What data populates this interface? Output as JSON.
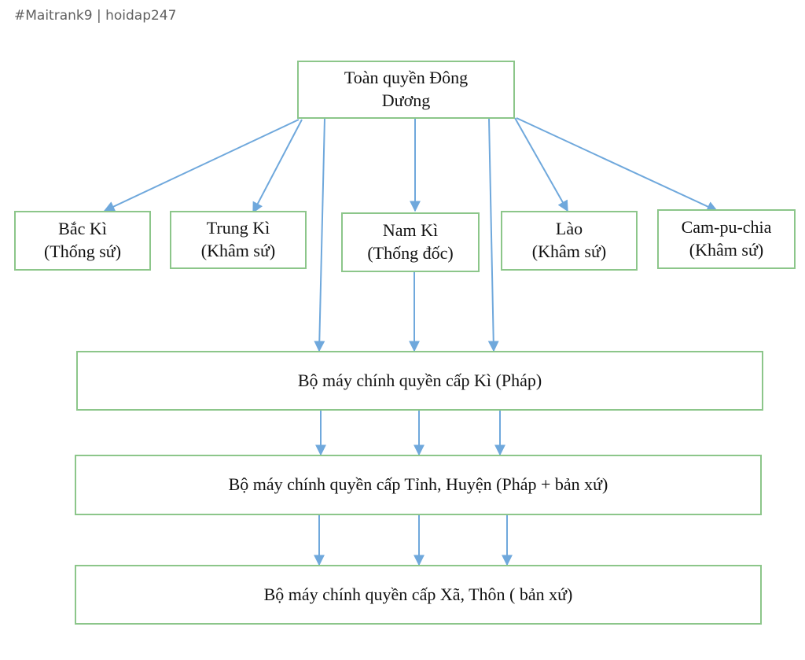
{
  "header": {
    "text": "#Maitrank9 | hoidap247"
  },
  "diagram": {
    "root": {
      "line1": "Toàn quyền Đông",
      "line2": "Dương"
    },
    "regions": [
      {
        "line1": "Bắc Kì",
        "line2": "(Thống sứ)"
      },
      {
        "line1": "Trung Kì",
        "line2": "(Khâm sứ)"
      },
      {
        "line1": "Nam Kì",
        "line2": "(Thống đốc)"
      },
      {
        "line1": "Lào",
        "line2": "(Khâm sứ)"
      },
      {
        "line1": "Cam-pu-chia",
        "line2": "(Khâm sứ)"
      }
    ],
    "levels": [
      {
        "label": "Bộ máy chính quyền cấp Kì (Pháp)"
      },
      {
        "label": "Bộ máy chính quyền cấp Tỉnh, Huyện (Pháp + bản xứ)"
      },
      {
        "label": "Bộ máy chính quyền cấp Xã, Thôn ( bản xứ)"
      }
    ],
    "colors": {
      "box_border": "#8cc68a",
      "arrow": "#6fa8dc"
    }
  }
}
